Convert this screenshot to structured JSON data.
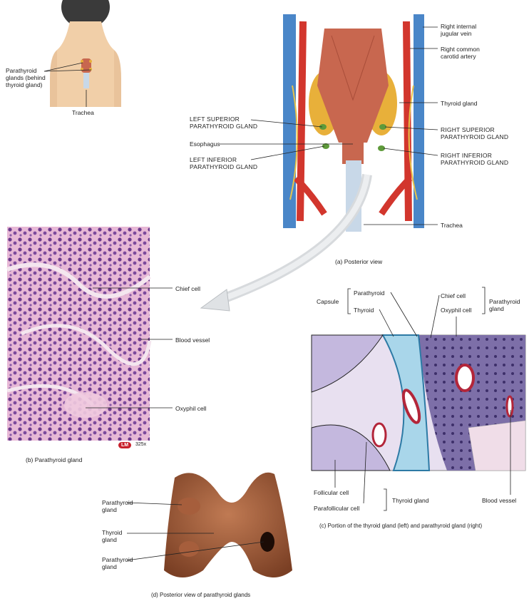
{
  "neck_inset": {
    "label_parathyroid": "Parathyroid\nglands (behind\nthyroid gland)",
    "label_trachea": "Trachea"
  },
  "posterior_view": {
    "left_labels": {
      "left_superior": "LEFT SUPERIOR\nPARATHYROID GLAND",
      "esophagus": "Esophagus",
      "left_inferior": "LEFT INFERIOR\nPARATHYROID GLAND"
    },
    "right_labels": {
      "right_internal_jugular": "Right internal\njugular vein",
      "right_common_carotid": "Right common\ncarotid artery",
      "thyroid_gland": "Thyroid gland",
      "right_superior": "RIGHT SUPERIOR\nPARATHYROID GLAND",
      "right_inferior": "RIGHT INFERIOR\nPARATHYROID GLAND",
      "trachea": "Trachea"
    },
    "caption": "(a) Posterior view"
  },
  "micrograph": {
    "labels": {
      "chief_cell": "Chief cell",
      "blood_vessel": "Blood vessel",
      "oxyphil_cell": "Oxyphil cell"
    },
    "badge": "LM",
    "magnification": "325x",
    "caption": "(b) Parathyroid gland"
  },
  "tissue_section": {
    "labels": {
      "capsule": "Capsule",
      "parathyroid": "Parathyroid",
      "thyroid": "Thyroid",
      "chief_cell": "Chief cell",
      "oxyphil_cell": "Oxyphil cell",
      "parathyroid_gland": "Parathyroid\ngland",
      "follicular_cell": "Follicular cell",
      "parafollicular_cell": "Parafollicular cell",
      "thyroid_gland": "Thyroid gland",
      "blood_vessel": "Blood vessel"
    },
    "caption": "(c) Portion of the thyroid gland (left) and parathyroid gland (right)"
  },
  "specimen": {
    "labels": {
      "parathyroid_gland_top": "Parathyroid\ngland",
      "thyroid_gland": "Thyroid\ngland",
      "parathyroid_gland_bottom": "Parathyroid\ngland"
    },
    "caption": "(d) Posterior view of parathyroid glands"
  },
  "colors": {
    "muscle": "#c8674f",
    "thyroid": "#e8b03a",
    "vein": "#4a86c8",
    "artery": "#d2362d",
    "stain_purple": "#6b3a8c",
    "stain_pink": "#e7b8d6",
    "colloid_blue": "#a9d6ea",
    "tissue_bg": "#e8e0f0"
  }
}
